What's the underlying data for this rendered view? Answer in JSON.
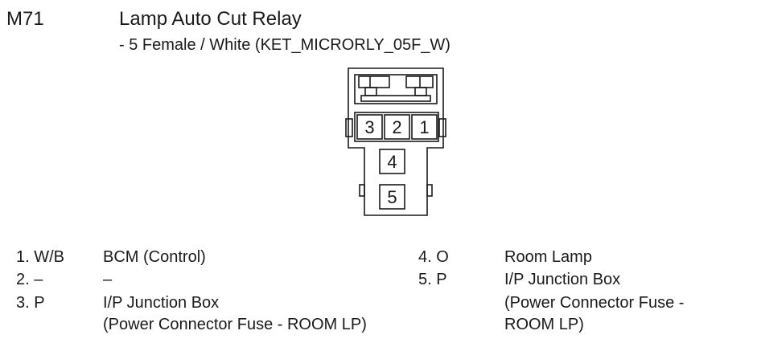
{
  "header": {
    "code": "M71",
    "title": "Lamp Auto Cut Relay",
    "subtitle": "- 5 Female / White (KET_MICRORLY_05F_W)"
  },
  "connector": {
    "pins": [
      "3",
      "2",
      "1",
      "4",
      "5"
    ]
  },
  "pins_left": [
    {
      "number": "1. W/B",
      "desc": "BCM (Control)"
    },
    {
      "number": "2. –",
      "desc": "–"
    },
    {
      "number": "3. P",
      "desc": "I/P Junction Box",
      "desc2": "(Power Connector Fuse - ROOM LP)"
    }
  ],
  "pins_right": [
    {
      "number": "4. O",
      "desc": "Room Lamp"
    },
    {
      "number": "5. P",
      "desc": "I/P Junction Box",
      "desc2": "(Power Connector Fuse -",
      "desc3": "ROOM LP)"
    }
  ]
}
